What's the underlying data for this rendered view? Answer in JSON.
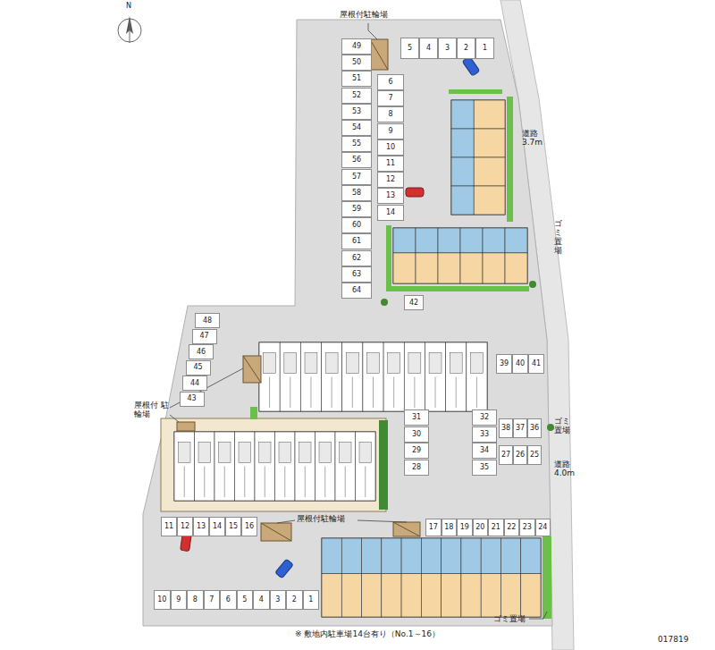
{
  "diagram": {
    "nodes": [
      {
        "text": [
          "5"
        ]
      },
      {
        "text": [
          "4"
        ]
      },
      {
        "text": [
          "3"
        ]
      },
      {
        "text": [
          "2"
        ]
      },
      {
        "text": [
          "1"
        ]
      },
      {
        "text": [
          "49"
        ]
      },
      {
        "text": [
          "50"
        ]
      },
      {
        "text": [
          "51"
        ]
      },
      {
        "text": [
          "52"
        ]
      },
      {
        "text": [
          "53"
        ]
      },
      {
        "text": [
          "54"
        ]
      },
      {
        "text": [
          "55"
        ]
      },
      {
        "text": [
          "56"
        ]
      },
      {
        "text": [
          "57"
        ]
      },
      {
        "text": [
          "58"
        ]
      },
      {
        "text": [
          "59"
        ]
      },
      {
        "text": [
          "60"
        ]
      },
      {
        "text": [
          "61"
        ]
      },
      {
        "text": [
          "62"
        ]
      },
      {
        "text": [
          "63"
        ]
      },
      {
        "text": [
          "64"
        ]
      },
      {
        "text": [
          "6"
        ]
      },
      {
        "text": [
          "7"
        ]
      },
      {
        "text": [
          "8"
        ]
      },
      {
        "text": [
          "9"
        ]
      },
      {
        "text": [
          "10"
        ]
      },
      {
        "text": [
          "11"
        ]
      },
      {
        "text": [
          "12"
        ]
      },
      {
        "text": [
          "13"
        ]
      },
      {
        "text": [
          "14"
        ]
      },
      {
        "text": [
          "42"
        ]
      },
      {
        "text": [
          "48"
        ]
      },
      {
        "text": [
          "47"
        ]
      },
      {
        "text": [
          "46"
        ]
      },
      {
        "text": [
          "45"
        ]
      },
      {
        "text": [
          "44"
        ]
      },
      {
        "text": [
          "43"
        ]
      },
      {
        "text": [
          "39"
        ]
      },
      {
        "text": [
          "40"
        ]
      },
      {
        "text": [
          "41"
        ]
      },
      {
        "text": [
          "31"
        ]
      },
      {
        "text": [
          "30"
        ]
      },
      {
        "text": [
          "29"
        ]
      },
      {
        "text": [
          "28"
        ]
      },
      {
        "text": [
          "32"
        ]
      },
      {
        "text": [
          "33"
        ]
      },
      {
        "text": [
          "34"
        ]
      },
      {
        "text": [
          "35"
        ]
      },
      {
        "text": [
          "38"
        ]
      },
      {
        "text": [
          "37"
        ]
      },
      {
        "text": [
          "36"
        ]
      },
      {
        "text": [
          "27"
        ]
      },
      {
        "text": [
          "26"
        ]
      },
      {
        "text": [
          "25"
        ]
      },
      {
        "text": [
          "11"
        ]
      },
      {
        "text": [
          "12"
        ]
      },
      {
        "text": [
          "13"
        ]
      },
      {
        "text": [
          "14"
        ]
      },
      {
        "text": [
          "15"
        ]
      },
      {
        "text": [
          "16"
        ]
      },
      {
        "text": [
          "17"
        ]
      },
      {
        "text": [
          "18"
        ]
      },
      {
        "text": [
          "19"
        ]
      },
      {
        "text": [
          "20"
        ]
      },
      {
        "text": [
          "21"
        ]
      },
      {
        "text": [
          "22"
        ]
      },
      {
        "text": [
          "23"
        ]
      },
      {
        "text": [
          "24"
        ]
      },
      {
        "text": [
          "10"
        ]
      },
      {
        "text": [
          "9"
        ]
      },
      {
        "text": [
          "8"
        ]
      },
      {
        "text": [
          "7"
        ]
      },
      {
        "text": [
          "6"
        ]
      },
      {
        "text": [
          "5"
        ]
      },
      {
        "text": [
          "4"
        ]
      },
      {
        "text": [
          "3"
        ]
      },
      {
        "text": [
          "2"
        ]
      },
      {
        "text": [
          "1"
        ]
      }
    ],
    "labels": [
      "屋根付駐輪場",
      "道路 3.7m",
      "ゴミ置場",
      "屋根付 駐輪場",
      "ゴミ置場",
      "道路 4.0m",
      "屋根付駐輪場",
      "ゴミ置場",
      "※ 敷地内駐車場14台有り（No.1～16）",
      "017819",
      "N"
    ]
  }
}
